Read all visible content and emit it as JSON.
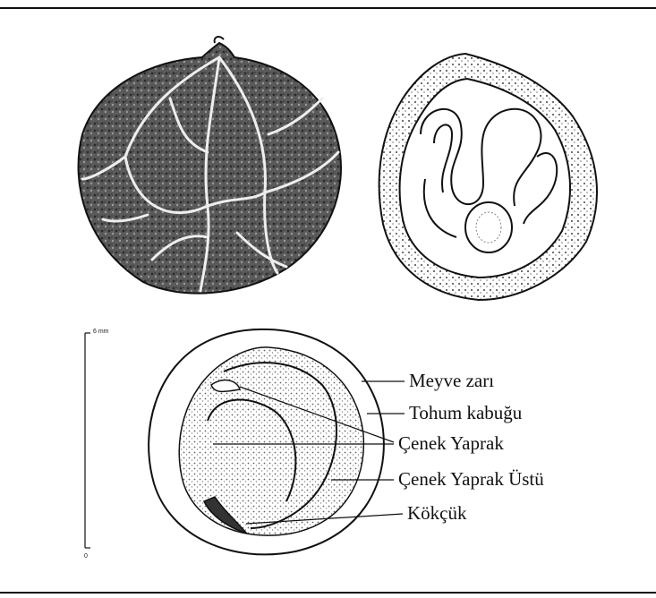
{
  "scale": {
    "top_label": "6 mm",
    "bottom_label": "0"
  },
  "labels": [
    {
      "id": "meyve-zari",
      "text": "Meyve zarı"
    },
    {
      "id": "tohum-kabugu",
      "text": "Tohum kabuğu"
    },
    {
      "id": "cenek-yaprak",
      "text": "Çenek Yaprak"
    },
    {
      "id": "cenek-yaprak-ustu",
      "text": "Çenek Yaprak Üstü"
    },
    {
      "id": "kokcuk",
      "text": "Kökçük"
    }
  ],
  "colors": {
    "ink": "#111111",
    "paper": "#ffffff",
    "shade": "#555555"
  }
}
